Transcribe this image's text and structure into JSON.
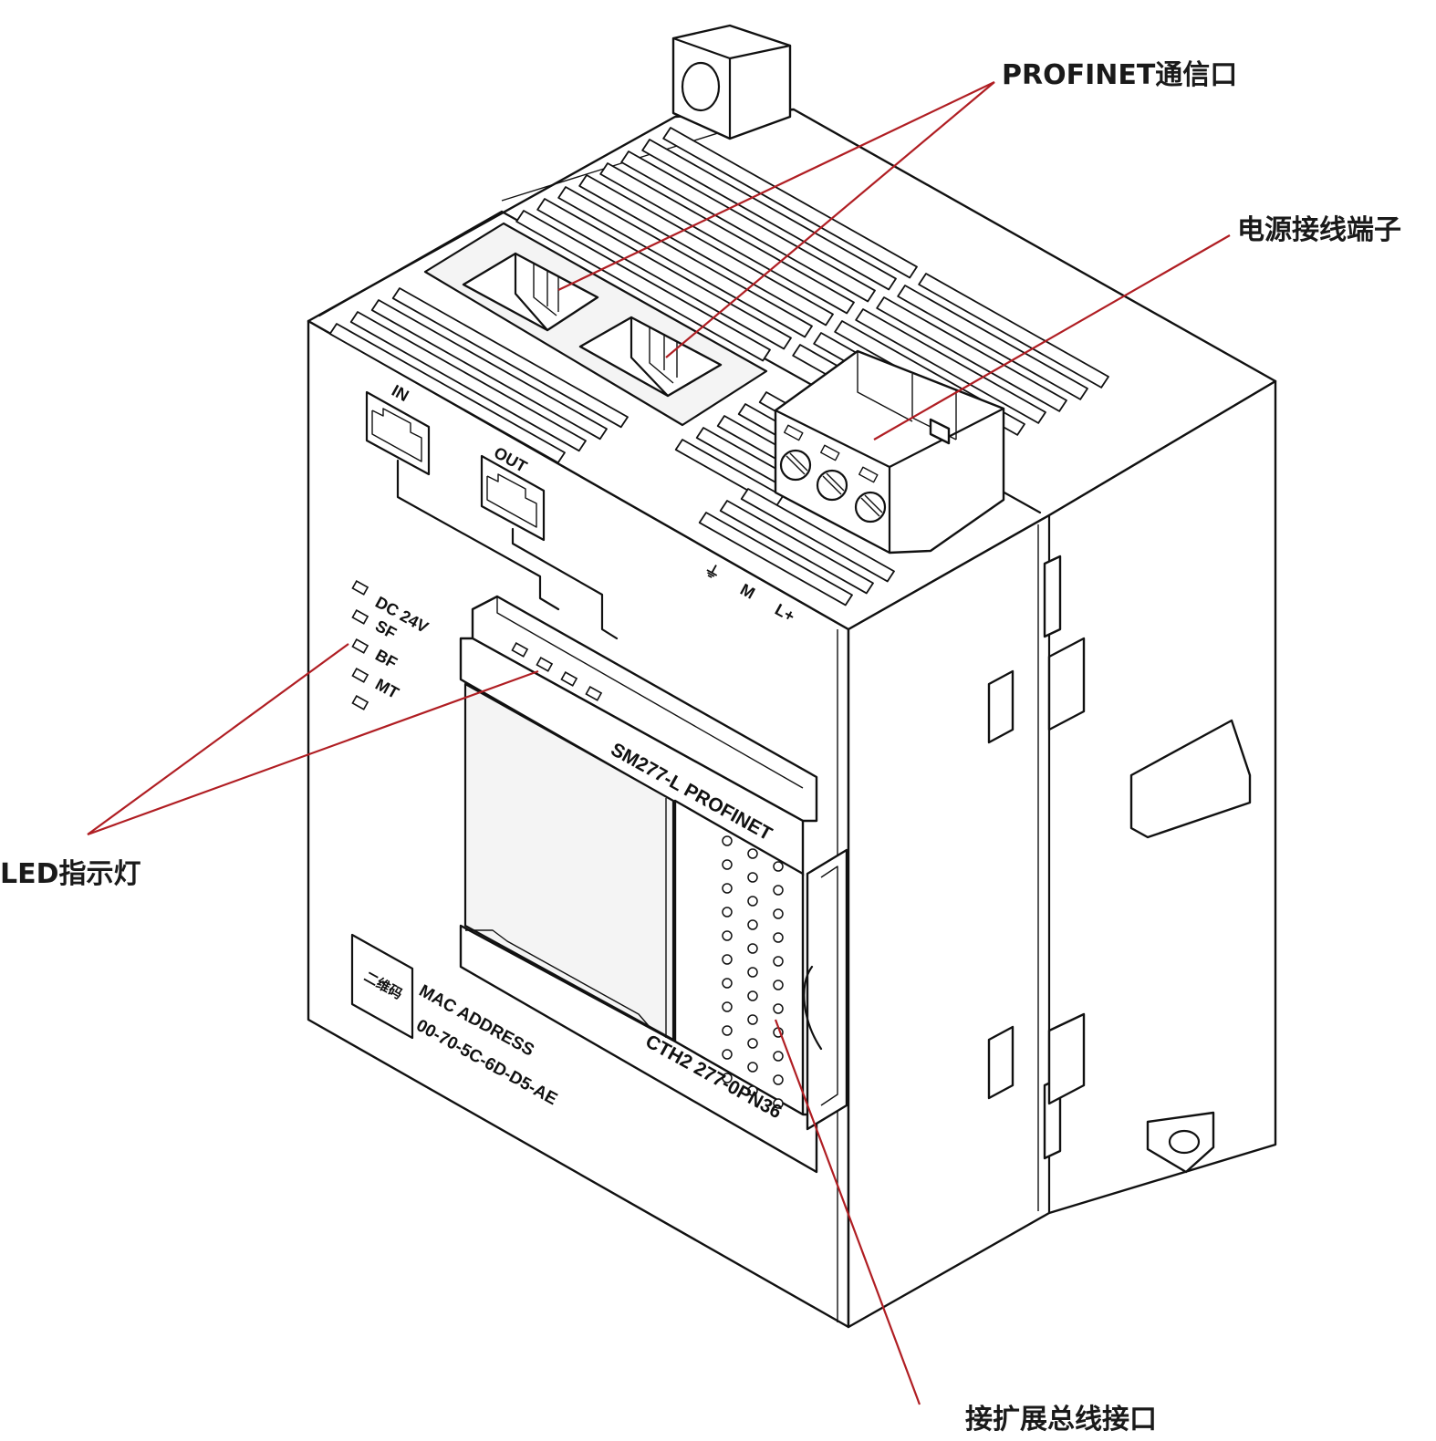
{
  "callouts": {
    "profinet_port": "PROFINET通信口",
    "power_terminal": "电源接线端子",
    "led_indicator": "LED指示灯",
    "expansion_bus": "接扩展总线接口"
  },
  "device": {
    "port_in": "IN",
    "port_out": "OUT",
    "led_labels": [
      "DC 24V",
      "SF",
      "BF",
      "MT"
    ],
    "terminal_labels": [
      "⏚",
      "M",
      "L+"
    ],
    "model_name": "SM277-L PROFINET",
    "order_number": "CTH2 277-0PN36",
    "qr_placeholder": "二维码",
    "mac_title": "MAC ADDRESS",
    "mac_value": "00-70-5C-6D-D5-AE"
  },
  "colors": {
    "leader": "#b01e23",
    "outline": "#111111",
    "background": "#ffffff"
  }
}
